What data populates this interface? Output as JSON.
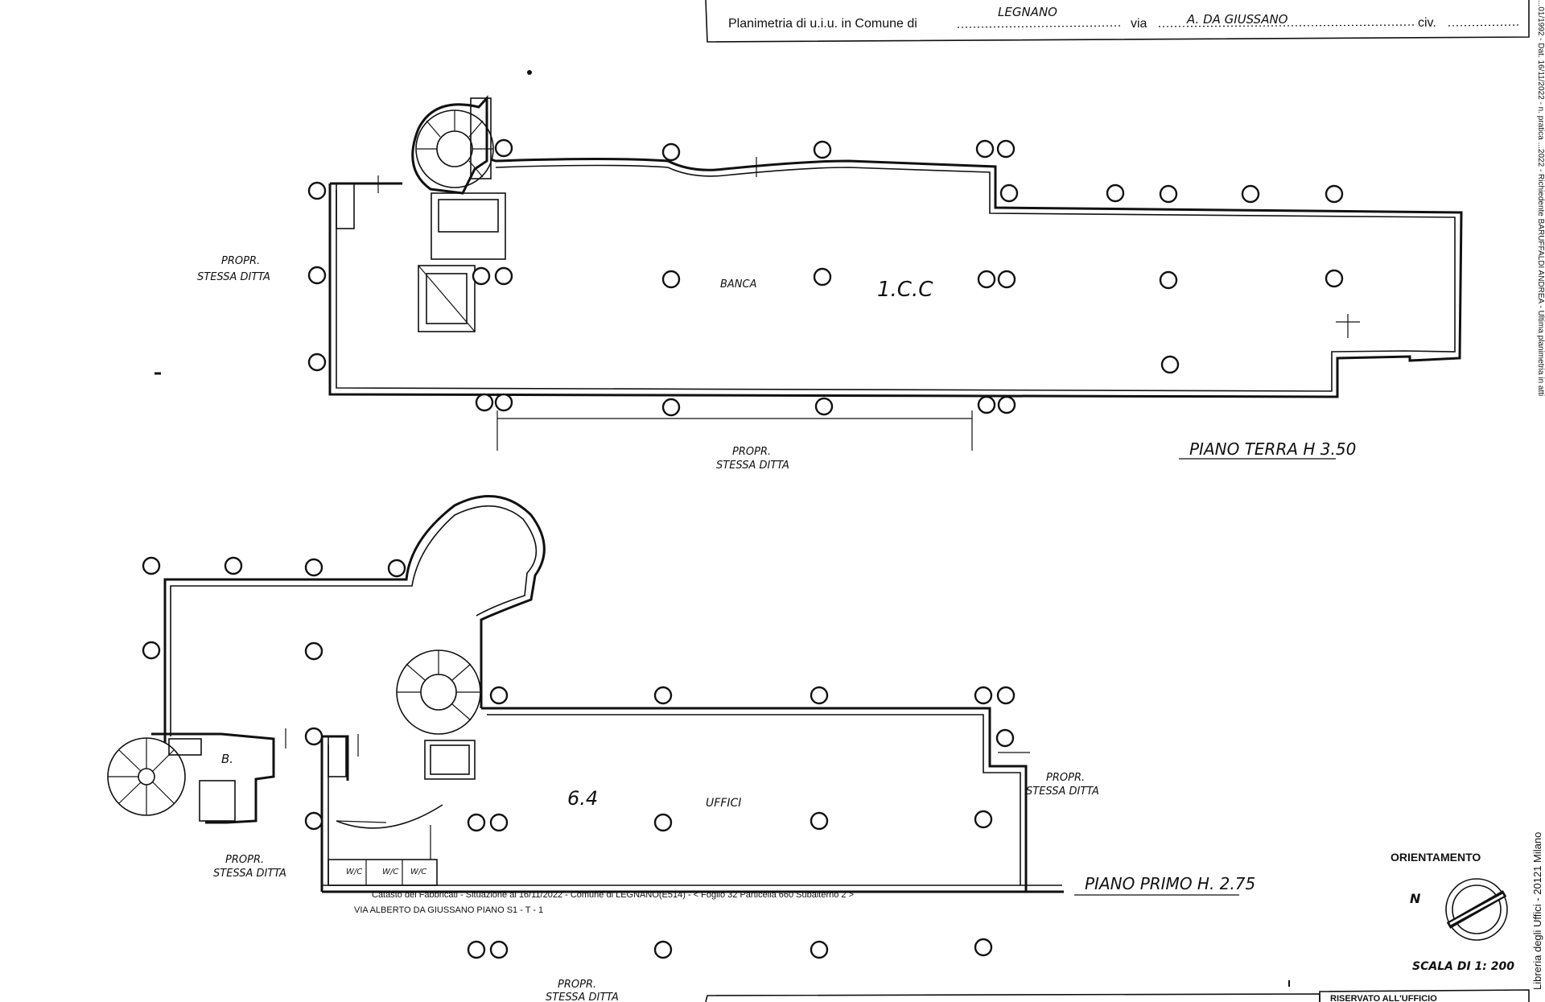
{
  "header": {
    "prefix": "Planimetria di u.i.u. in Comune di",
    "comune": "LEGNANO",
    "via_label": "via",
    "via": "A. DA GIUSSANO",
    "civ_label": "civ."
  },
  "side_text_top": "...01/1992 - Dat. 16/11/2022 - n. pratica ...2022 - Richiedente BARUFFALDI ANDREA - Ultima planimetria in atti",
  "side_text_bottom": "Libreria degli Uffici - 20121 Milano",
  "ground_floor": {
    "title": "PIANO TERRA H 3.50",
    "room_label": "BANCA",
    "handwritten_mark": "1.C.C",
    "neighbor_left": [
      "PROPR.",
      "STESSA DITTA"
    ],
    "neighbor_bottom": [
      "PROPR.",
      "STESSA DITTA"
    ]
  },
  "first_floor": {
    "title": "PIANO PRIMO H. 2.75",
    "room_label": "UFFICI",
    "handwritten_mark": "6.4",
    "bath_label": "B.",
    "wc_labels": [
      "W/C",
      "W/C",
      "W/C"
    ],
    "neighbor_right": [
      "PROPR.",
      "STESSA DITTA"
    ],
    "neighbor_left": [
      "PROPR.",
      "STESSA DITTA"
    ],
    "neighbor_bottom": [
      "PROPR.",
      "STESSA DITTA"
    ]
  },
  "cadastre_stamp": "Catasto dei Fabbricati - Situazione al 16/11/2022 - Comune di LEGNANO(E514) - < Foglio 32 Particella 660 Subalterno 2 >",
  "address_stamp": "VIA ALBERTO DA GIUSSANO PIANO S1 - T - 1",
  "orientation": {
    "title": "ORIENTAMENTO",
    "north": "N",
    "scale": "SCALA DI 1: 200"
  },
  "footer": {
    "reserved": "RISERVATO ALL'UFFICIO"
  }
}
